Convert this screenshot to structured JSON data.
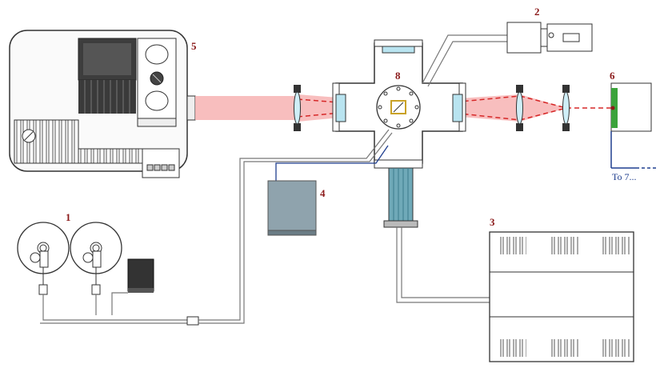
{
  "labels": {
    "cylinders": "1",
    "camera": "2",
    "pump_controller": "3",
    "controller": "4",
    "laser": "5",
    "detector": "6",
    "chamber": "8"
  },
  "detector_note": "To 7...",
  "colors": {
    "beam": "#f08080",
    "beam_dash": "#d62828",
    "window": "#b9e4f0",
    "label": "#8b1a1a",
    "signal_line": "#1f3f8f",
    "controller_box": "#8fa3ad",
    "pump": "#6fa9b8",
    "sample": "#c9a227"
  }
}
